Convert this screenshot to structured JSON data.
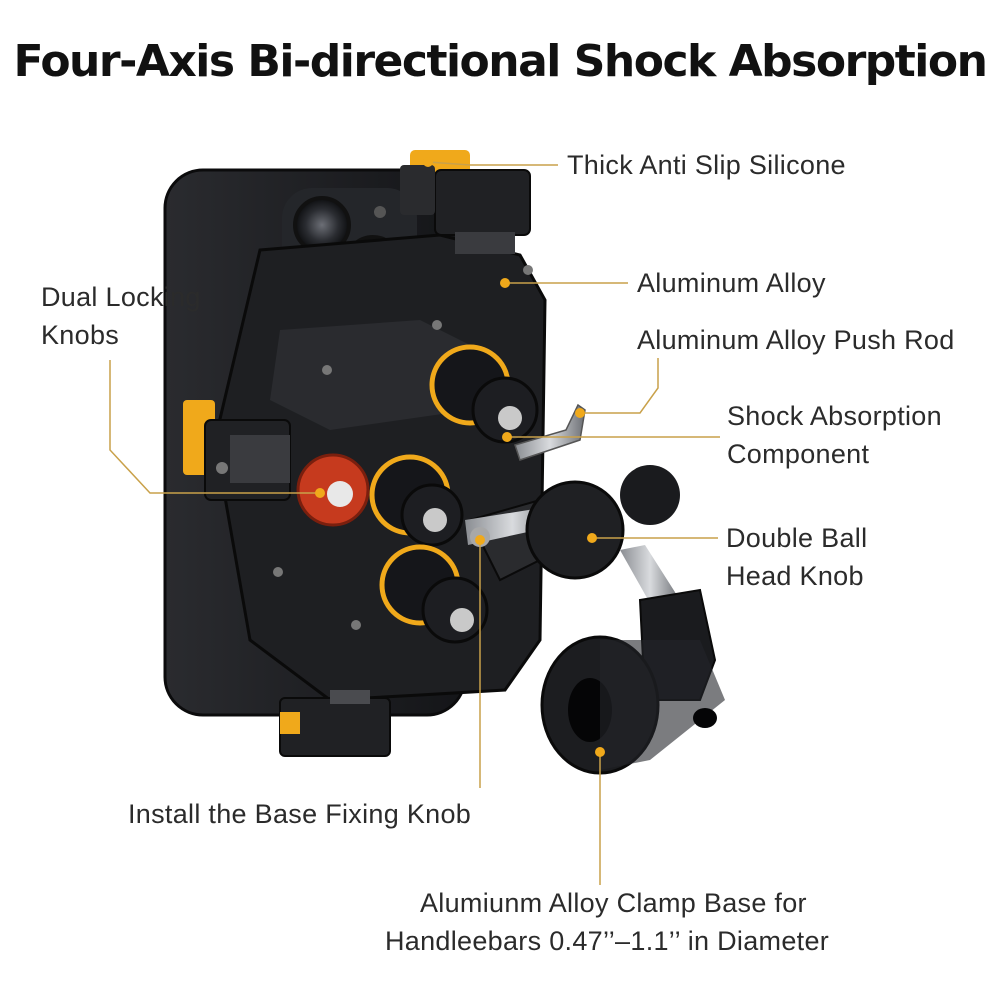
{
  "title": "Four-Axis Bi-directional Shock Absorption",
  "labels": {
    "thick_anti_slip": "Thick Anti Slip Silicone",
    "aluminum_alloy": "Aluminum Alloy",
    "push_rod": "Aluminum Alloy Push Rod",
    "shock_line1": "Shock Absorption",
    "shock_line2": "Component",
    "double_ball_line1": "Double Ball",
    "double_ball_line2": "Head Knob",
    "dual_locking_line1": "Dual Locking",
    "dual_locking_line2": "Knobs",
    "base_fixing": "Install the Base Fixing Knob",
    "clamp_line1": "Alumiunm Alloy Clamp Base for",
    "clamp_line2": "Handleebars 0.47’’–1.1’’ in Diameter"
  },
  "colors": {
    "accent": "#f0a91b",
    "callout_line": "#c9a14a",
    "body_dark": "#1b1c1f",
    "knob_red": "#c63a1e"
  }
}
